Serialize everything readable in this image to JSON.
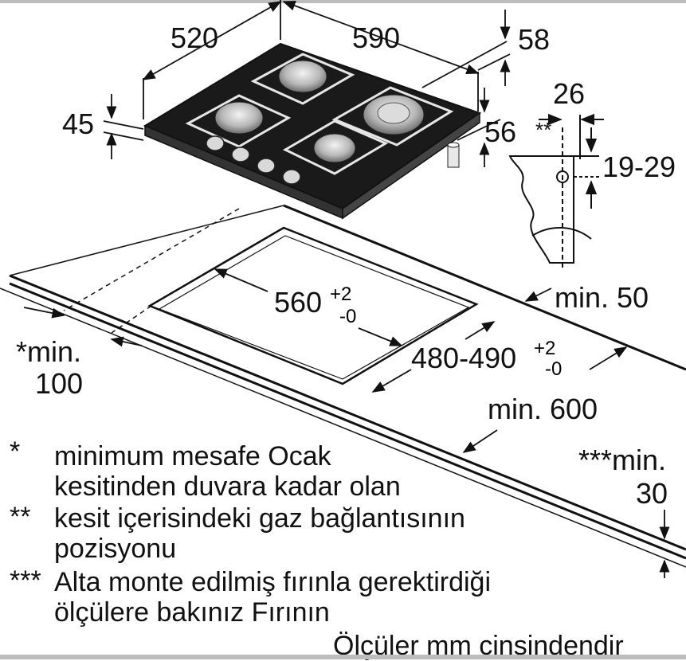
{
  "dimensions": {
    "depth": "520",
    "width": "590",
    "rear_offset": "58",
    "height": "45",
    "connector_offset": "56",
    "gas_offset": "26",
    "double_star": "**",
    "gas_height": "19-29",
    "min_rear": "min. 50",
    "min_depth": "min. 600",
    "min_side_label": "*min.",
    "min_side_value": "100",
    "min_below_label": "***min.",
    "min_below_value": "30"
  },
  "cutout": {
    "width": "560",
    "width_tol_plus": "+2",
    "width_tol_minus": "-0",
    "depth": "480-490",
    "depth_tol_plus": "+2",
    "depth_tol_minus": "-0"
  },
  "notes": [
    {
      "marker": "*",
      "lines": [
        "minimum mesafe Ocak",
        "kesitinden duvara kadar olan"
      ]
    },
    {
      "marker": "**",
      "lines": [
        "kesit içerisindeki gaz bağlantısının",
        "pozisyonu"
      ]
    },
    {
      "marker": "***",
      "lines": [
        "Alta monte edilmiş fırınla gerektirdiği",
        "ölçülere bakınız Fırının"
      ]
    }
  ],
  "caption": "Ölçüler mm cinsindendir"
}
